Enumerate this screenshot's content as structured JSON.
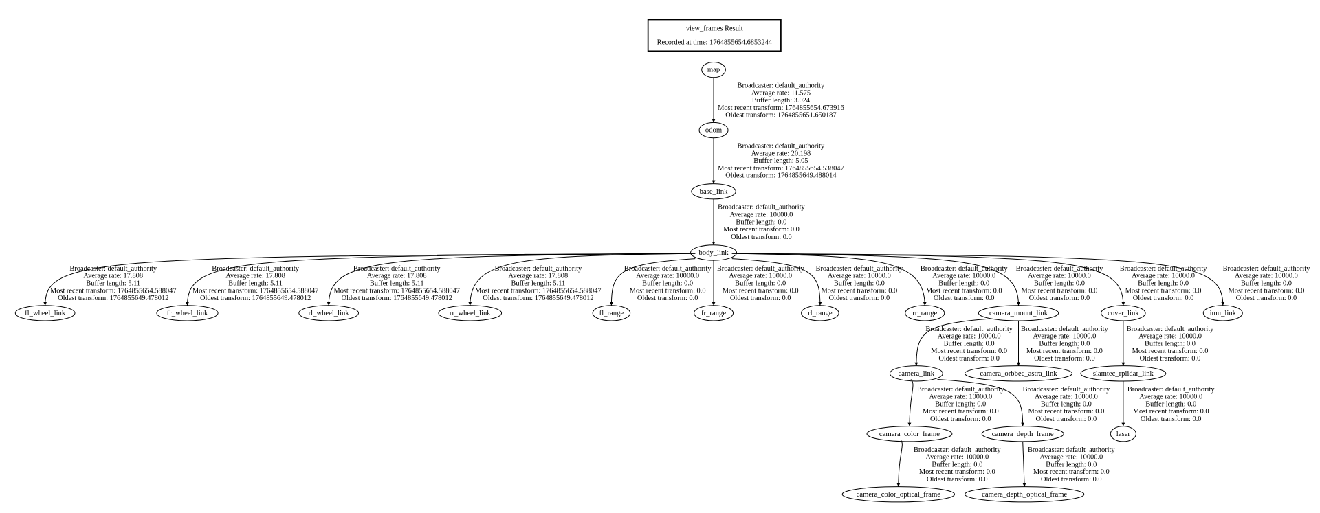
{
  "title": {
    "heading": "view_frames Result",
    "recorded": "Recorded at time: 1764855654.6853244"
  },
  "nodes": [
    {
      "id": "map",
      "label": "map"
    },
    {
      "id": "odom",
      "label": "odom"
    },
    {
      "id": "base_link",
      "label": "base_link"
    },
    {
      "id": "body_link",
      "label": "body_link"
    },
    {
      "id": "fl_wheel_link",
      "label": "fl_wheel_link"
    },
    {
      "id": "fr_wheel_link",
      "label": "fr_wheel_link"
    },
    {
      "id": "rl_wheel_link",
      "label": "rl_wheel_link"
    },
    {
      "id": "rr_wheel_link",
      "label": "rr_wheel_link"
    },
    {
      "id": "fl_range",
      "label": "fl_range"
    },
    {
      "id": "fr_range",
      "label": "fr_range"
    },
    {
      "id": "rl_range",
      "label": "rl_range"
    },
    {
      "id": "rr_range",
      "label": "rr_range"
    },
    {
      "id": "camera_mount_link",
      "label": "camera_mount_link"
    },
    {
      "id": "cover_link",
      "label": "cover_link"
    },
    {
      "id": "imu_link",
      "label": "imu_link"
    },
    {
      "id": "camera_link",
      "label": "camera_link"
    },
    {
      "id": "camera_orbbec_astra_link",
      "label": "camera_orbbec_astra_link"
    },
    {
      "id": "slamtec_rplidar_link",
      "label": "slamtec_rplidar_link"
    },
    {
      "id": "camera_color_frame",
      "label": "camera_color_frame"
    },
    {
      "id": "camera_depth_frame",
      "label": "camera_depth_frame"
    },
    {
      "id": "laser",
      "label": "laser"
    },
    {
      "id": "camera_color_optical_frame",
      "label": "camera_color_optical_frame"
    },
    {
      "id": "camera_depth_optical_frame",
      "label": "camera_depth_optical_frame"
    }
  ],
  "edges": [
    {
      "from": "map",
      "to": "odom",
      "lines": [
        "Broadcaster: default_authority",
        "Average rate: 11.575",
        "Buffer length: 3.024",
        "Most recent transform: 1764855654.673916",
        "Oldest transform: 1764855651.650187"
      ]
    },
    {
      "from": "odom",
      "to": "base_link",
      "lines": [
        "Broadcaster: default_authority",
        "Average rate: 20.198",
        "Buffer length: 5.05",
        "Most recent transform: 1764855654.538047",
        "Oldest transform: 1764855649.488014"
      ]
    },
    {
      "from": "base_link",
      "to": "body_link",
      "lines": [
        "Broadcaster: default_authority",
        "Average rate: 10000.0",
        "Buffer length: 0.0",
        "Most recent transform: 0.0",
        "Oldest transform: 0.0"
      ]
    },
    {
      "from": "body_link",
      "to": "fl_wheel_link",
      "lines": [
        "Broadcaster: default_authority",
        "Average rate: 17.808",
        "Buffer length: 5.11",
        "Most recent transform: 1764855654.588047",
        "Oldest transform: 1764855649.478012"
      ]
    },
    {
      "from": "body_link",
      "to": "fr_wheel_link",
      "lines": [
        "Broadcaster: default_authority",
        "Average rate: 17.808",
        "Buffer length: 5.11",
        "Most recent transform: 1764855654.588047",
        "Oldest transform: 1764855649.478012"
      ]
    },
    {
      "from": "body_link",
      "to": "rl_wheel_link",
      "lines": [
        "Broadcaster: default_authority",
        "Average rate: 17.808",
        "Buffer length: 5.11",
        "Most recent transform: 1764855654.588047",
        "Oldest transform: 1764855649.478012"
      ]
    },
    {
      "from": "body_link",
      "to": "rr_wheel_link",
      "lines": [
        "Broadcaster: default_authority",
        "Average rate: 17.808",
        "Buffer length: 5.11",
        "Most recent transform: 1764855654.588047",
        "Oldest transform: 1764855649.478012"
      ]
    },
    {
      "from": "body_link",
      "to": "fl_range",
      "lines": [
        "Broadcaster: default_authority",
        "Average rate: 10000.0",
        "Buffer length: 0.0",
        "Most recent transform: 0.0",
        "Oldest transform: 0.0"
      ]
    },
    {
      "from": "body_link",
      "to": "fr_range",
      "lines": [
        "Broadcaster: default_authority",
        "Average rate: 10000.0",
        "Buffer length: 0.0",
        "Most recent transform: 0.0",
        "Oldest transform: 0.0"
      ]
    },
    {
      "from": "body_link",
      "to": "rl_range",
      "lines": [
        "Broadcaster: default_authority",
        "Average rate: 10000.0",
        "Buffer length: 0.0",
        "Most recent transform: 0.0",
        "Oldest transform: 0.0"
      ]
    },
    {
      "from": "body_link",
      "to": "rr_range",
      "lines": [
        "Broadcaster: default_authority",
        "Average rate: 10000.0",
        "Buffer length: 0.0",
        "Most recent transform: 0.0",
        "Oldest transform: 0.0"
      ]
    },
    {
      "from": "body_link",
      "to": "camera_mount_link",
      "lines": [
        "Broadcaster: default_authority",
        "Average rate: 10000.0",
        "Buffer length: 0.0",
        "Most recent transform: 0.0",
        "Oldest transform: 0.0"
      ]
    },
    {
      "from": "body_link",
      "to": "cover_link",
      "lines": [
        "Broadcaster: default_authority",
        "Average rate: 10000.0",
        "Buffer length: 0.0",
        "Most recent transform: 0.0",
        "Oldest transform: 0.0"
      ]
    },
    {
      "from": "body_link",
      "to": "imu_link",
      "lines": [
        "Broadcaster: default_authority",
        "Average rate: 10000.0",
        "Buffer length: 0.0",
        "Most recent transform: 0.0",
        "Oldest transform: 0.0"
      ]
    },
    {
      "from": "camera_mount_link",
      "to": "camera_link",
      "lines": [
        "Broadcaster: default_authority",
        "Average rate: 10000.0",
        "Buffer length: 0.0",
        "Most recent transform: 0.0",
        "Oldest transform: 0.0"
      ]
    },
    {
      "from": "camera_mount_link",
      "to": "camera_orbbec_astra_link",
      "lines": [
        "Broadcaster: default_authority",
        "Average rate: 10000.0",
        "Buffer length: 0.0",
        "Most recent transform: 0.0",
        "Oldest transform: 0.0"
      ]
    },
    {
      "from": "cover_link",
      "to": "slamtec_rplidar_link",
      "lines": [
        "Broadcaster: default_authority",
        "Average rate: 10000.0",
        "Buffer length: 0.0",
        "Most recent transform: 0.0",
        "Oldest transform: 0.0"
      ]
    },
    {
      "from": "camera_link",
      "to": "camera_color_frame",
      "lines": [
        "Broadcaster: default_authority",
        "Average rate: 10000.0",
        "Buffer length: 0.0",
        "Most recent transform: 0.0",
        "Oldest transform: 0.0"
      ]
    },
    {
      "from": "camera_link",
      "to": "camera_depth_frame",
      "lines": [
        "Broadcaster: default_authority",
        "Average rate: 10000.0",
        "Buffer length: 0.0",
        "Most recent transform: 0.0",
        "Oldest transform: 0.0"
      ]
    },
    {
      "from": "slamtec_rplidar_link",
      "to": "laser",
      "lines": [
        "Broadcaster: default_authority",
        "Average rate: 10000.0",
        "Buffer length: 0.0",
        "Most recent transform: 0.0",
        "Oldest transform: 0.0"
      ]
    },
    {
      "from": "camera_color_frame",
      "to": "camera_color_optical_frame",
      "lines": [
        "Broadcaster: default_authority",
        "Average rate: 10000.0",
        "Buffer length: 0.0",
        "Most recent transform: 0.0",
        "Oldest transform: 0.0"
      ]
    },
    {
      "from": "camera_depth_frame",
      "to": "camera_depth_optical_frame",
      "lines": [
        "Broadcaster: default_authority",
        "Average rate: 10000.0",
        "Buffer length: 0.0",
        "Most recent transform: 0.0",
        "Oldest transform: 0.0"
      ]
    }
  ]
}
